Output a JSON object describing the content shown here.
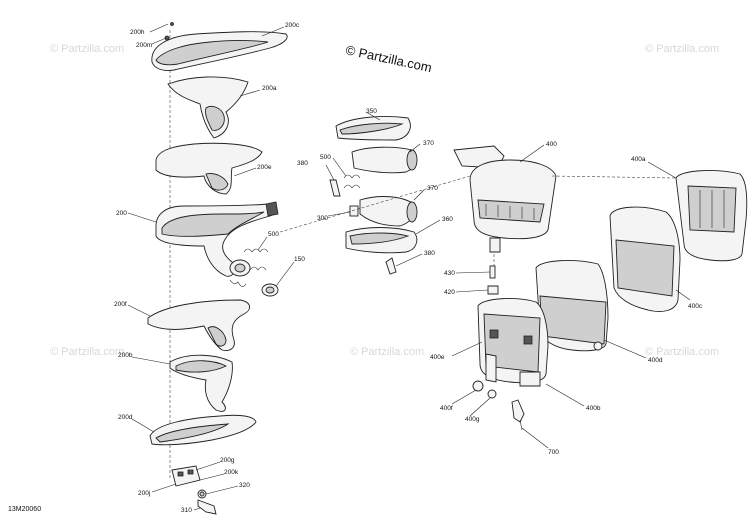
{
  "brand": "© Partzilla.com",
  "watermark": "© Partzilla.com",
  "diagram_code": "13M20060",
  "callouts": {
    "c200h": "200h",
    "c200m": "200m",
    "c200c": "200c",
    "c200a": "200a",
    "c200e": "200e",
    "c200": "200",
    "c200f": "200f",
    "c200b": "200b",
    "c200d": "200d",
    "c200g": "200g",
    "c200k": "200k",
    "c200j": "200j",
    "c320": "320",
    "c310": "310",
    "c500a": "500",
    "c150": "150",
    "c350": "350",
    "c370a": "370",
    "c380a": "380",
    "c500b": "500",
    "c300": "300",
    "c370b": "370",
    "c360": "360",
    "c380b": "380",
    "c400": "400",
    "c400a": "400a",
    "c400c": "400c",
    "c400d": "400d",
    "c430": "430",
    "c420": "420",
    "c400e": "400e",
    "c400f": "400f",
    "c400g": "400g",
    "c400b": "400b",
    "c700": "700"
  }
}
